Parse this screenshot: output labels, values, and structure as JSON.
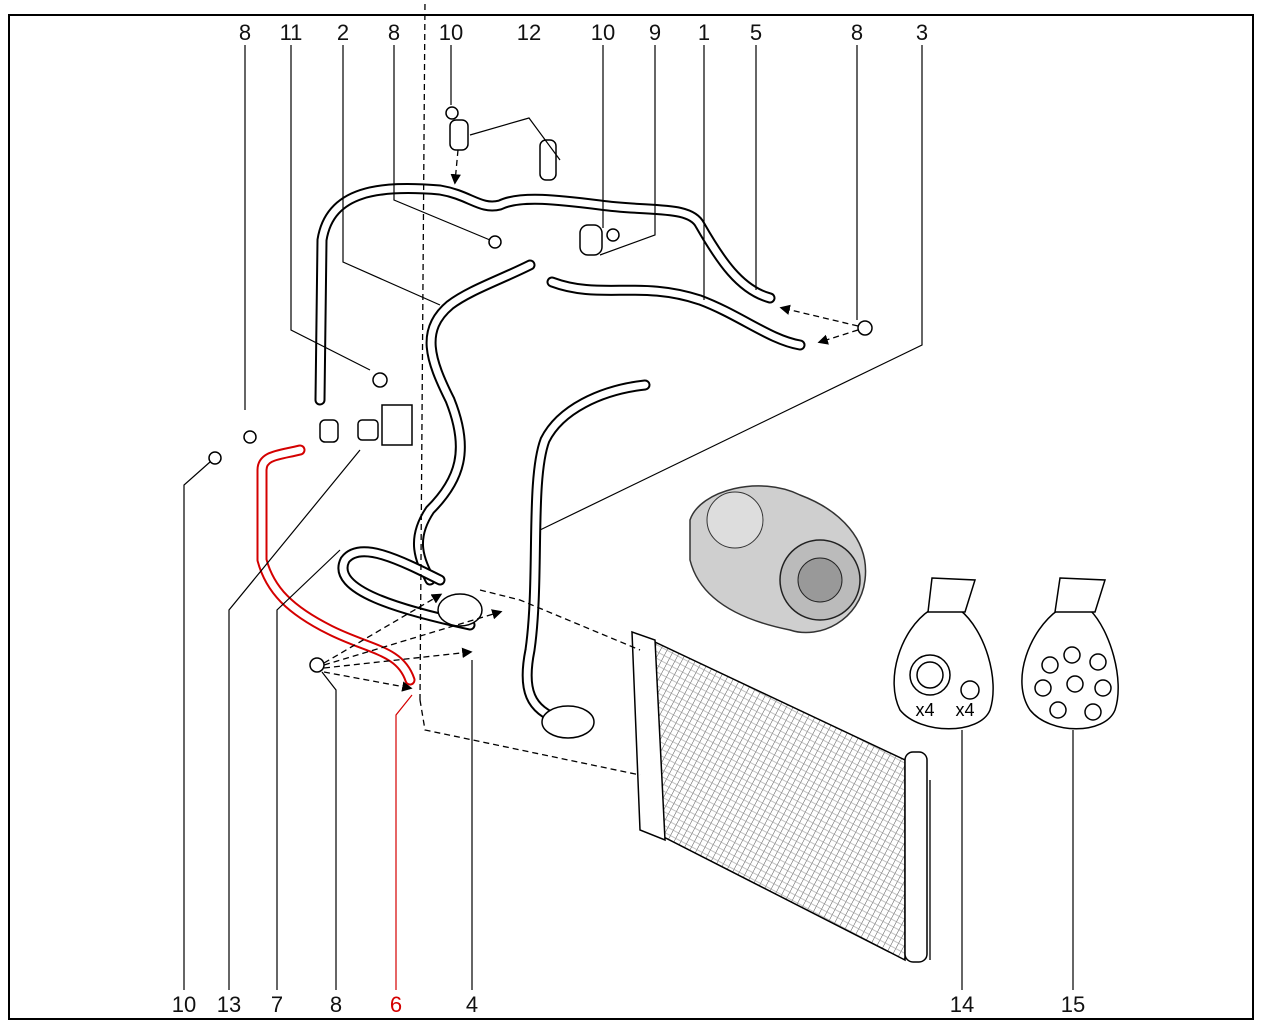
{
  "diagram": {
    "title": "Air conditioning pipes exploded parts view",
    "top_callouts": [
      "8",
      "11",
      "2",
      "8",
      "10",
      "12",
      "10",
      "9",
      "1",
      "5",
      "8",
      "3"
    ],
    "bottom_callouts": [
      "10",
      "13",
      "7",
      "8",
      "6",
      "4",
      "14",
      "15"
    ],
    "highlighted_callout": "6",
    "kit_14_quantities": [
      "x4",
      "x4"
    ],
    "colors": {
      "line": "#000000",
      "highlight": "#d40000",
      "background": "#ffffff"
    }
  }
}
